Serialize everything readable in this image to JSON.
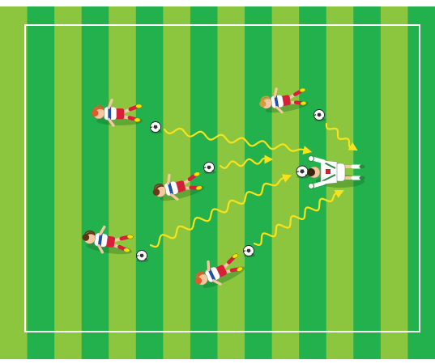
{
  "pitch": {
    "stripe_colors": [
      "#8cc63f",
      "#22b14c"
    ],
    "stripe_count": 16,
    "boundary_color": "#ffffff"
  },
  "ball_colors": {
    "shell": "#ffffff",
    "patch": "#333333"
  },
  "arrow_color": "#f7e21b",
  "team_colors": {
    "shirt": "#ffffff",
    "stripe": "#1f4fa8",
    "shorts": "#d71f3a",
    "boots": "#f2e600"
  },
  "keeper_colors": {
    "shirt": "#ffffff",
    "trim": "#2a8a3c",
    "gloves": "#ffffff"
  },
  "players": [
    {
      "id": "player-1",
      "hair": "#e2592b"
    },
    {
      "id": "player-2",
      "hair": "#d99a3b"
    },
    {
      "id": "player-3",
      "hair": "#6b3a1e"
    },
    {
      "id": "player-4",
      "hair": "#5a3414"
    },
    {
      "id": "player-5",
      "hair": "#e2592b"
    }
  ]
}
